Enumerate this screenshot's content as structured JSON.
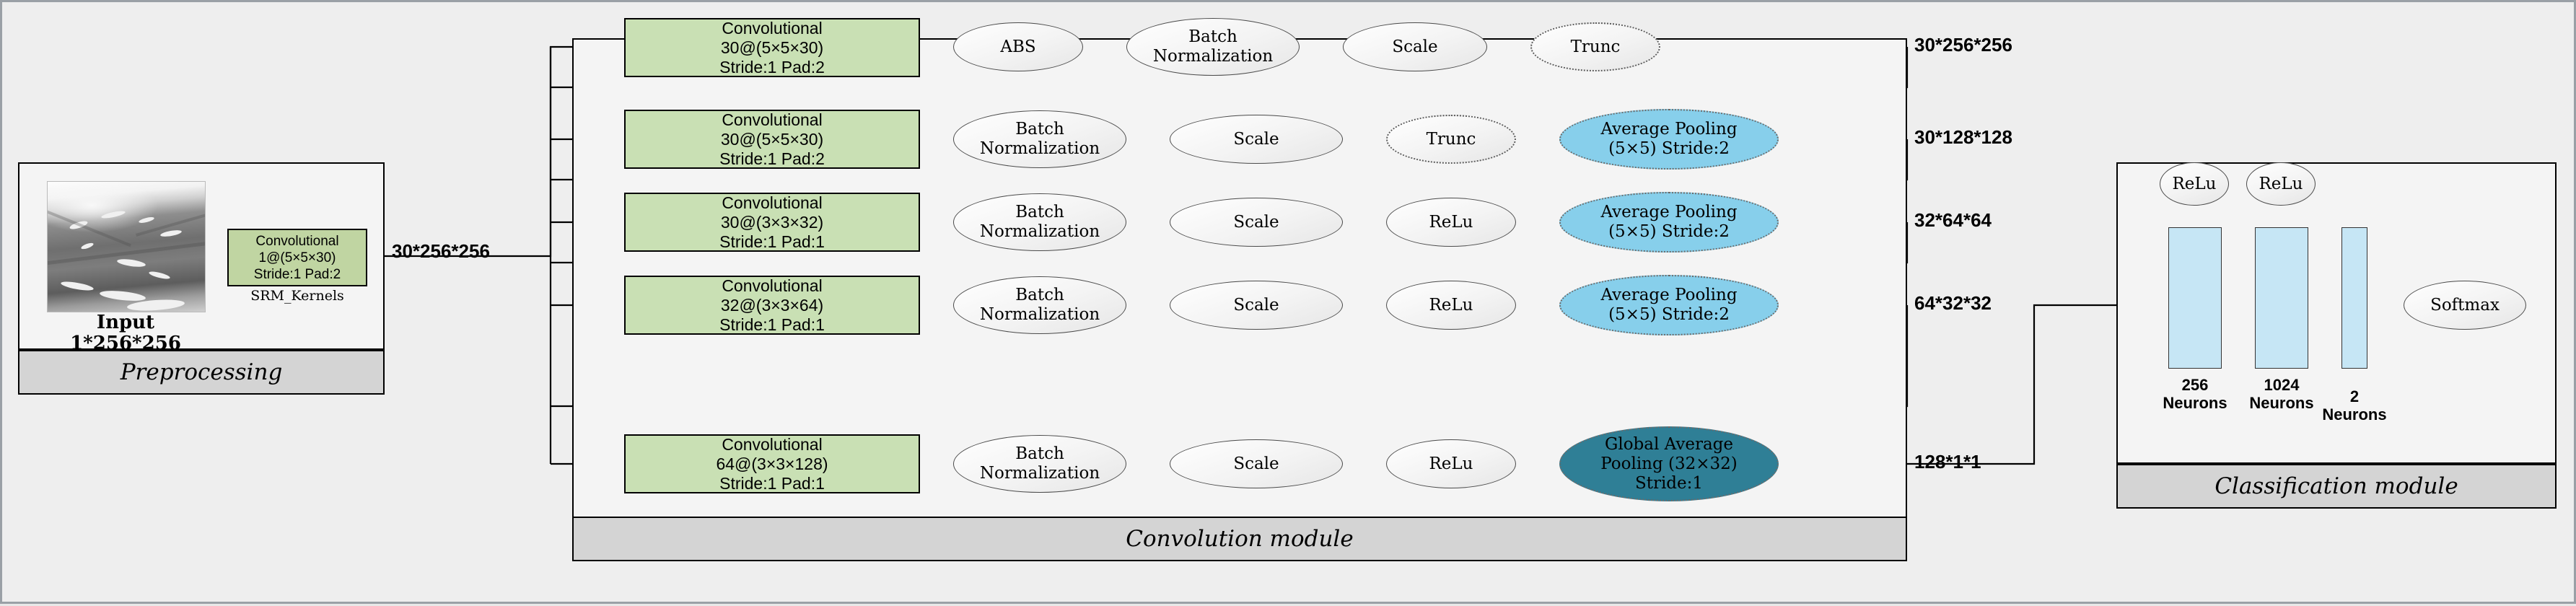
{
  "preprocessing": {
    "module_label": "Preprocessing",
    "input_caption_line1": "Input",
    "input_caption_line2": "1*256*256",
    "srm_box": {
      "line1": "Convolutional",
      "line2": "1@(5×5×30)",
      "line3": "Stride:1 Pad:2"
    },
    "srm_caption": "SRM_Kernels",
    "output_dim": "30*256*256"
  },
  "convolution": {
    "module_label": "Convolution module",
    "rows": [
      {
        "conv": {
          "line1": "Convolutional",
          "line2": "30@(5×5×30)",
          "line3": "Stride:1 Pad:2"
        },
        "stages": [
          {
            "label": "ABS",
            "style": "plain"
          },
          {
            "label": "Batch\nNormalization",
            "style": "plain"
          },
          {
            "label": "Scale",
            "style": "plain"
          },
          {
            "label": "Trunc",
            "style": "dotted"
          }
        ],
        "output_dim": "30*256*256"
      },
      {
        "conv": {
          "line1": "Convolutional",
          "line2": "30@(5×5×30)",
          "line3": "Stride:1 Pad:2"
        },
        "stages": [
          {
            "label": "Batch\nNormalization",
            "style": "plain"
          },
          {
            "label": "Scale",
            "style": "plain"
          },
          {
            "label": "Trunc",
            "style": "dotted"
          },
          {
            "label": "Average Pooling\n(5×5) Stride:2",
            "style": "pool"
          }
        ],
        "output_dim": "30*128*128"
      },
      {
        "conv": {
          "line1": "Convolutional",
          "line2": "30@(3×3×32)",
          "line3": "Stride:1 Pad:1"
        },
        "stages": [
          {
            "label": "Batch\nNormalization",
            "style": "plain"
          },
          {
            "label": "Scale",
            "style": "plain"
          },
          {
            "label": "ReLu",
            "style": "plain"
          },
          {
            "label": "Average Pooling\n(5×5) Stride:2",
            "style": "pool"
          }
        ],
        "output_dim": "32*64*64"
      },
      {
        "conv": {
          "line1": "Convolutional",
          "line2": "32@(3×3×64)",
          "line3": "Stride:1  Pad:1"
        },
        "stages": [
          {
            "label": "Batch\nNormalization",
            "style": "plain"
          },
          {
            "label": "Scale",
            "style": "plain"
          },
          {
            "label": "ReLu",
            "style": "plain"
          },
          {
            "label": "Average Pooling\n(5×5) Stride:2",
            "style": "pool"
          }
        ],
        "output_dim": "64*32*32"
      },
      {
        "conv": {
          "line1": "Convolutional",
          "line2": "64@(3×3×128)",
          "line3": "Stride:1 Pad:1"
        },
        "stages": [
          {
            "label": "Batch\nNormalization",
            "style": "plain"
          },
          {
            "label": "Scale",
            "style": "plain"
          },
          {
            "label": "ReLu",
            "style": "plain"
          },
          {
            "label": "Global Average\nPooling (32×32)\nStride:1",
            "style": "gap"
          }
        ],
        "output_dim": "128*1*1"
      }
    ]
  },
  "classification": {
    "module_label": "Classification module",
    "activations": [
      "ReLu",
      "ReLu"
    ],
    "layers": [
      {
        "count": "256",
        "unit": "Neurons"
      },
      {
        "count": "1024",
        "unit": "Neurons"
      },
      {
        "count": "2",
        "unit": "Neurons"
      }
    ],
    "softmax": "Softmax"
  },
  "colors": {
    "conv_green": "#c9e0b4",
    "srm_green": "#c0d5a2",
    "pool_blue": "#87cfeb",
    "gap_teal": "#2f7f96",
    "neuron_blue": "#c6e6f5",
    "module_bar": "#d4d4d4",
    "panel_bg": "#f4f4f4",
    "canvas_bg": "#eeeeee"
  }
}
